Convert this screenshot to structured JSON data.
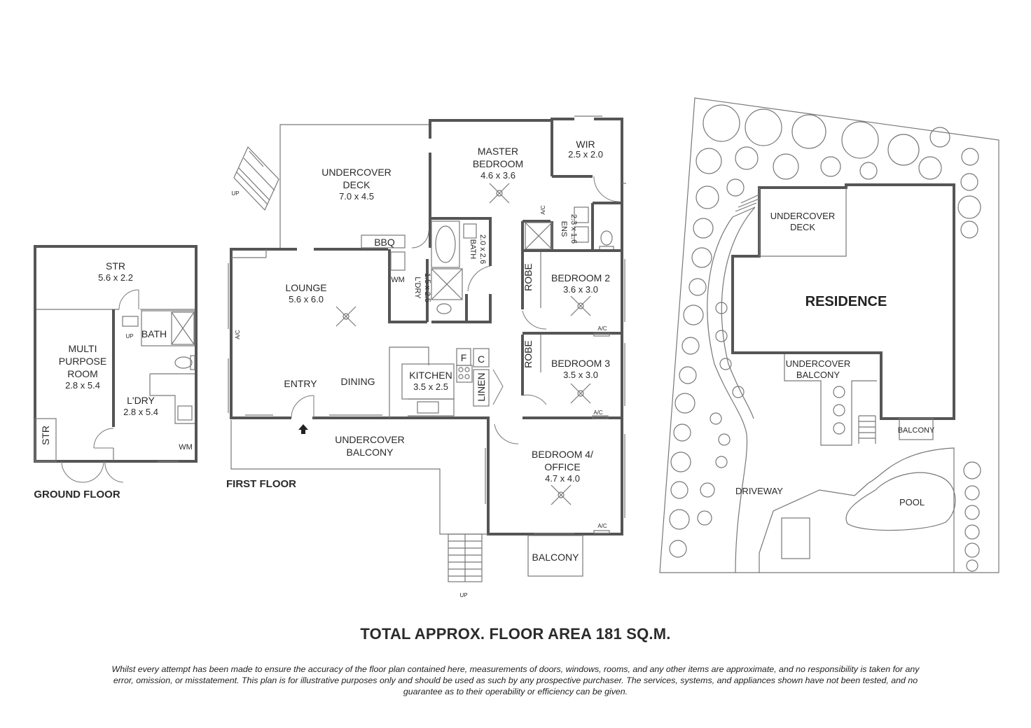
{
  "ground_floor": {
    "heading": "GROUND FLOOR",
    "rooms": {
      "str_top": {
        "name": "STR",
        "dims": "5.6 x 2.2"
      },
      "multi": {
        "name_1": "MULTI",
        "name_2": "PURPOSE",
        "name_3": "ROOM",
        "dims": "2.8 x 5.4"
      },
      "laundry": {
        "name": "L'DRY",
        "dims": "2.8 x 5.4"
      },
      "bath": "BATH",
      "str_side": "STR",
      "wm": "WM",
      "up": "UP"
    }
  },
  "first_floor": {
    "heading": "FIRST FLOOR",
    "rooms": {
      "deck": {
        "name_1": "UNDERCOVER",
        "name_2": "DECK",
        "dims": "7.0 x 4.5"
      },
      "master": {
        "name_1": "MASTER",
        "name_2": "BEDROOM",
        "dims": "4.6 x 3.6"
      },
      "wir": {
        "name": "WIR",
        "dims": "2.5 x 2.0"
      },
      "ens": {
        "name": "ENS",
        "dims": "2.3 x 1.6"
      },
      "bath": {
        "name": "BATH",
        "dims": "2.0 x 2.6"
      },
      "laundry": {
        "name": "L'DRY",
        "dims": "1.5 x 2.5"
      },
      "bbq": "BBQ",
      "wm": "WM",
      "lounge": {
        "name": "LOUNGE",
        "dims": "5.6 x 6.0"
      },
      "bed2": {
        "name": "BEDROOM 2",
        "dims": "3.6 x 3.0"
      },
      "bed3": {
        "name": "BEDROOM 3",
        "dims": "3.5 x 3.0"
      },
      "bed4": {
        "name_1": "BEDROOM 4/",
        "name_2": "OFFICE",
        "dims": "4.7 x 4.0"
      },
      "robe": "ROBE",
      "kitchen": {
        "name": "KITCHEN",
        "dims": "3.5 x 2.5"
      },
      "fridge": "F",
      "cupboard": "C",
      "linen": "LINEN",
      "entry": "ENTRY",
      "dining": "DINING",
      "balcony_under": {
        "name_1": "UNDERCOVER",
        "name_2": "BALCONY"
      },
      "balcony": "BALCONY",
      "ac": "A/C",
      "up": "UP"
    }
  },
  "site_plan": {
    "residence": "RESIDENCE",
    "deck_1": "UNDERCOVER",
    "deck_2": "DECK",
    "balcony_1": "UNDERCOVER",
    "balcony_2": "BALCONY",
    "balcony": "BALCONY",
    "driveway": "DRIVEWAY",
    "pool": "POOL"
  },
  "total_area": "TOTAL APPROX. FLOOR AREA 181 SQ.M.",
  "disclaimer": "Whilst every attempt has been made to ensure the accuracy of the floor plan contained here, measurements of doors, windows, rooms, and any other items are approximate, and no responsibility is taken for any error, omission, or misstatement. This plan is for illustrative purposes only and should be used as such by any prospective purchaser. The services, systems, and appliances shown have not been tested, and no guarantee as to their operability or efficiency can be given.",
  "colors": {
    "wall": "#555555",
    "text": "#2a2a2a",
    "tree_fill": "#f4f4f4"
  }
}
